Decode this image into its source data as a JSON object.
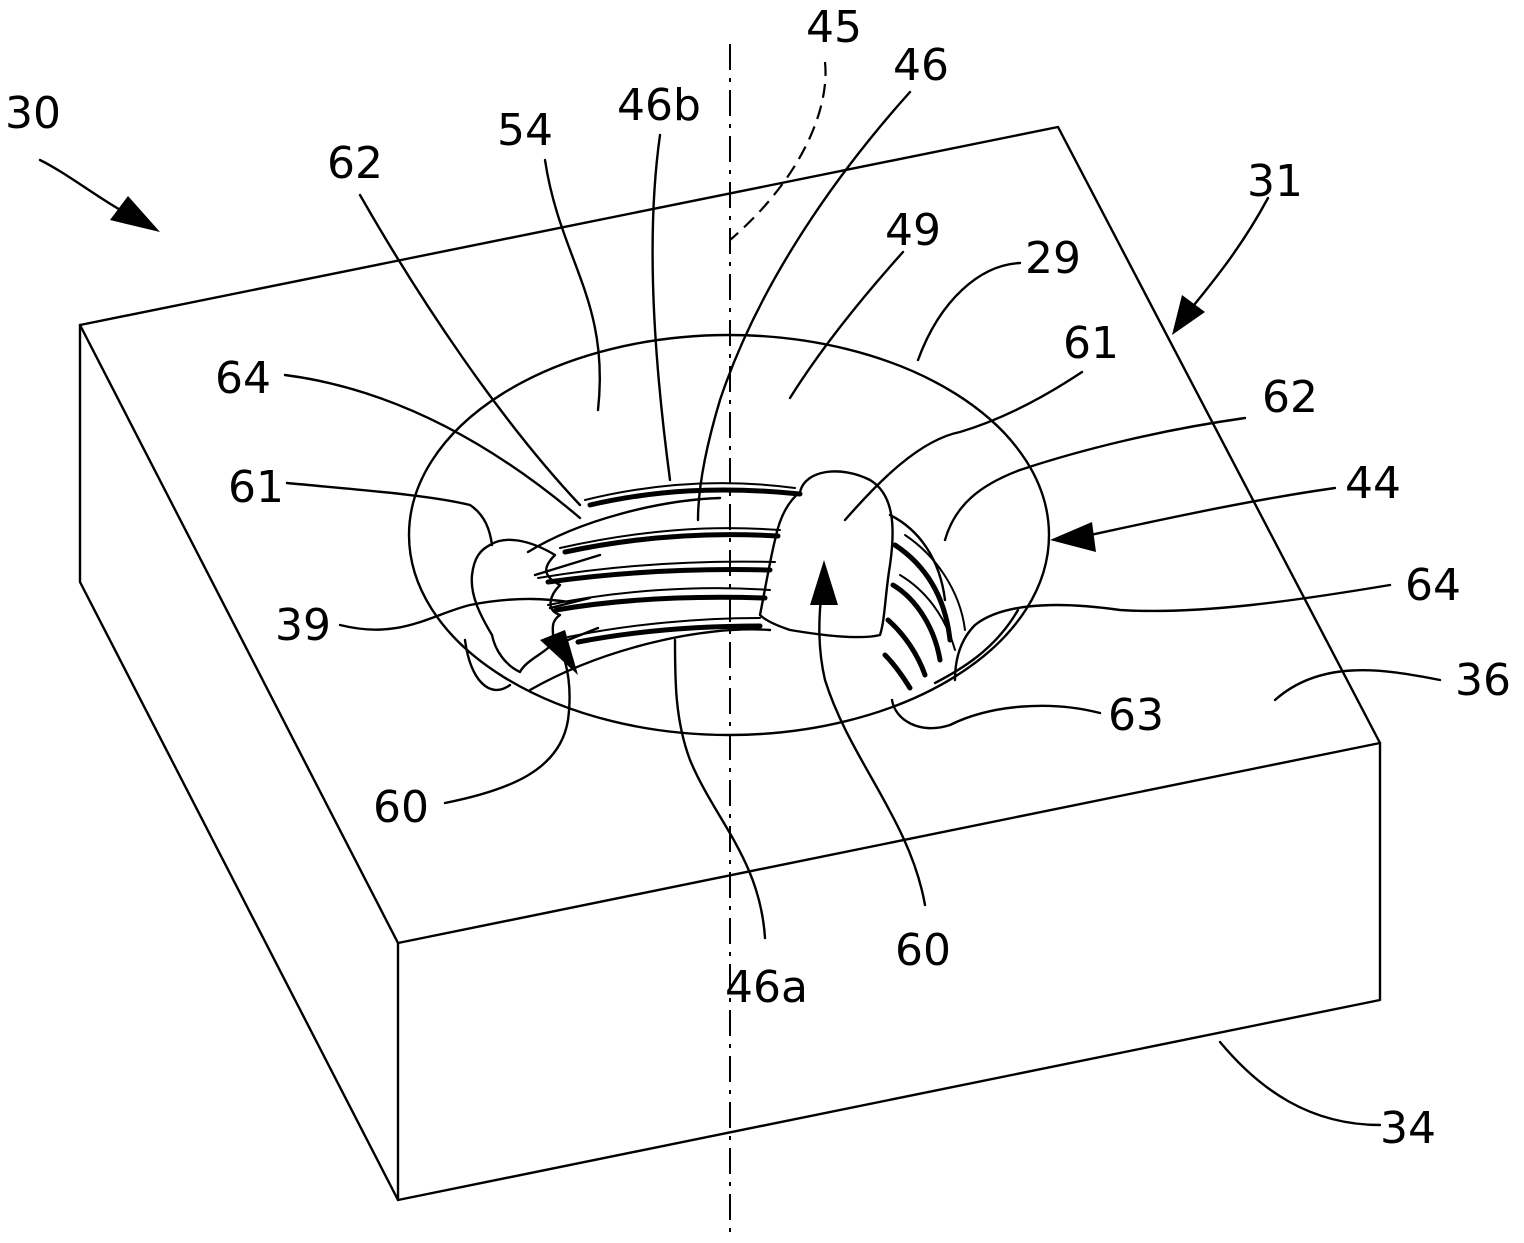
{
  "labels": {
    "l30": "30",
    "l45": "45",
    "l46": "46",
    "l46b": "46b",
    "l54": "54",
    "l62a": "62",
    "l31": "31",
    "l49": "49",
    "l29": "29",
    "l61a": "61",
    "l64a": "64",
    "l62b": "62",
    "l61b": "61",
    "l44": "44",
    "l39": "39",
    "l64b": "64",
    "l36": "36",
    "l63": "63",
    "l60a": "60",
    "l60b": "60",
    "l46a": "46a",
    "l34": "34"
  }
}
